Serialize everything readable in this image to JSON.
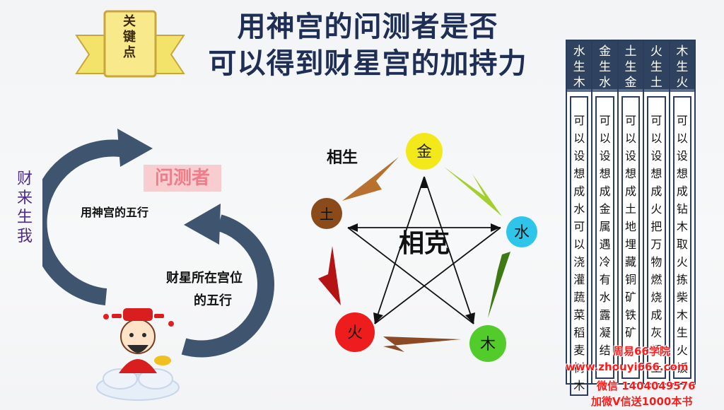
{
  "badge": {
    "label": "关键点"
  },
  "title": {
    "line1": "用神宫的问测者是否",
    "line2": "可以得到财星宫的加持力"
  },
  "left": {
    "vertical_text": "财来生我",
    "questioner_label": "问测者",
    "yongshen_label": "用神宫的五行",
    "caixing_line1": "财星所在宫位",
    "caixing_line2": "的五行"
  },
  "diagram": {
    "xiangsheng_label": "相生",
    "xiangke_label": "相克",
    "elements": {
      "metal": {
        "label": "金",
        "color": "#f3e81a"
      },
      "water": {
        "label": "水",
        "color": "#2ec5ea"
      },
      "wood": {
        "label": "木",
        "color": "#52cc2a"
      },
      "fire": {
        "label": "火",
        "color": "#ee1c1c"
      },
      "earth": {
        "label": "土",
        "color": "#8b4a1a"
      }
    }
  },
  "table": {
    "columns": [
      {
        "head": [
          "水",
          "生",
          "木"
        ],
        "body": [
          "可",
          "以",
          "设",
          "想",
          "成",
          "水",
          "可",
          "以",
          "浇",
          "灌",
          "蔬",
          "菜",
          "稻",
          "麦",
          "树",
          "木"
        ]
      },
      {
        "head": [
          "金",
          "生",
          "水"
        ],
        "body": [
          "可",
          "以",
          "设",
          "想",
          "成",
          "金",
          "属",
          "遇",
          "冷",
          "有",
          "水",
          "露",
          "凝",
          "结"
        ]
      },
      {
        "head": [
          "土",
          "生",
          "金"
        ],
        "body": [
          "可",
          "以",
          "设",
          "想",
          "成",
          "土",
          "地",
          "埋",
          "藏",
          "铜",
          "矿",
          "铁",
          "矿"
        ]
      },
      {
        "head": [
          "火",
          "生",
          "土"
        ],
        "body": [
          "可",
          "以",
          "设",
          "想",
          "成",
          "火",
          "把",
          "万",
          "物",
          "燃",
          "烧",
          "成",
          "灰",
          "烬",
          "土"
        ]
      },
      {
        "head": [
          "木",
          "生",
          "火"
        ],
        "body": [
          "可",
          "以",
          "设",
          "想",
          "成",
          "钻",
          "木",
          "取",
          "火",
          "拣",
          "柴",
          "木",
          "生",
          "火",
          "饭"
        ]
      }
    ]
  },
  "watermark": {
    "line1": "周易66学院",
    "line2": "www.zhouyi666.com",
    "line3": "微信 1404049576",
    "line4": "加微V信送1000本书"
  }
}
